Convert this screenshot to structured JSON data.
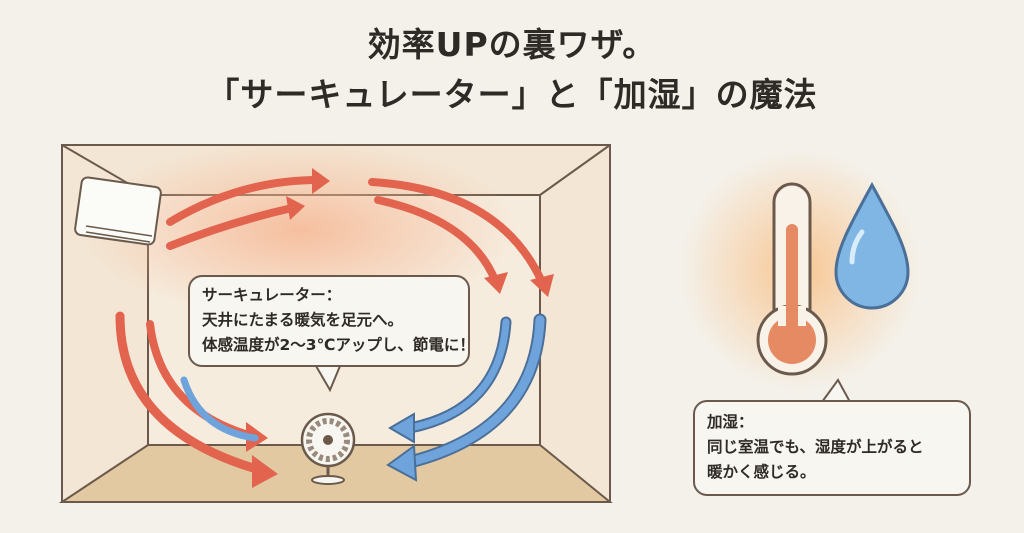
{
  "title": {
    "line1": "効率UPの裏ワザ。",
    "line2": "「サーキュレーター」と「加湿」の魔法"
  },
  "circulator_note": {
    "heading": "サーキュレーター：",
    "line1": "天井にたまる暖気を足元へ。",
    "line2": "体感温度が2〜3℃アップし、節電に！"
  },
  "humidify_note": {
    "heading": "加湿：",
    "line1": "同じ室温でも、湿度が上がると",
    "line2": "暖かく感じる。"
  },
  "colors": {
    "warm_arrow": "#e2634e",
    "cool_arrow": "#6fa3dc",
    "wall": "#f3e6d4",
    "floor": "#e2c9a2",
    "background": "#f4f1ea"
  }
}
